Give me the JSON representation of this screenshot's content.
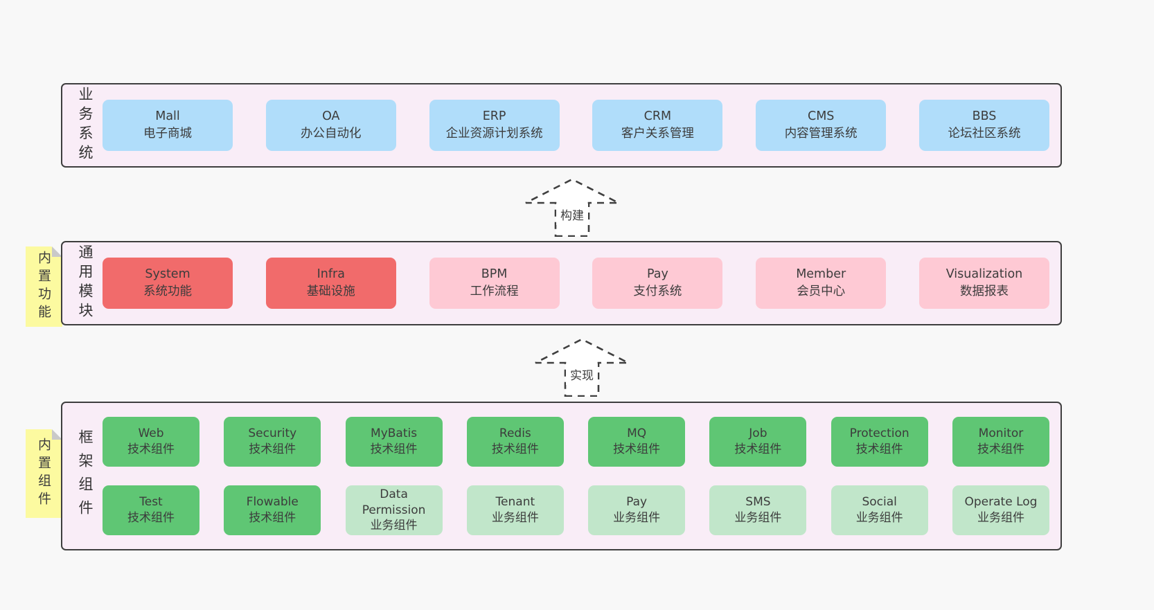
{
  "colors": {
    "page_bg": "#f8f8f8",
    "container_bg": "#f9edf7",
    "container_border": "#3e3e3e",
    "blue_box": "#b0ddfa",
    "red_box": "#f16b6b",
    "pink_box": "#fec9d4",
    "green_dark_box": "#5fc674",
    "green_light_box": "#c1e6ca",
    "sticky_note": "#fcfaa0",
    "text": "#3c3c3c"
  },
  "sections": [
    {
      "id": "business-systems",
      "side_label": "业务系统",
      "rows": [
        {
          "boxes": [
            {
              "title": "Mall",
              "subtitle": "电子商城",
              "variant": "blue"
            },
            {
              "title": "OA",
              "subtitle": "办公自动化",
              "variant": "blue"
            },
            {
              "title": "ERP",
              "subtitle": "企业资源计划系统",
              "variant": "blue"
            },
            {
              "title": "CRM",
              "subtitle": "客户关系管理",
              "variant": "blue"
            },
            {
              "title": "CMS",
              "subtitle": "内容管理系统",
              "variant": "blue"
            },
            {
              "title": "BBS",
              "subtitle": "论坛社区系统",
              "variant": "blue"
            }
          ]
        }
      ]
    },
    {
      "id": "common-modules",
      "side_label": "通用模块",
      "sticky_note": "内置功能",
      "rows": [
        {
          "boxes": [
            {
              "title": "System",
              "subtitle": "系统功能",
              "variant": "red"
            },
            {
              "title": "Infra",
              "subtitle": "基础设施",
              "variant": "red"
            },
            {
              "title": "BPM",
              "subtitle": "工作流程",
              "variant": "pink"
            },
            {
              "title": "Pay",
              "subtitle": "支付系统",
              "variant": "pink"
            },
            {
              "title": "Member",
              "subtitle": "会员中心",
              "variant": "pink"
            },
            {
              "title": "Visualization",
              "subtitle": "数据报表",
              "variant": "pink"
            }
          ]
        }
      ]
    },
    {
      "id": "framework-components",
      "side_label": "框架组件",
      "sticky_note": "内置组件",
      "rows": [
        {
          "boxes": [
            {
              "title": "Web",
              "subtitle": "技术组件",
              "variant": "green-dark"
            },
            {
              "title": "Security",
              "subtitle": "技术组件",
              "variant": "green-dark"
            },
            {
              "title": "MyBatis",
              "subtitle": "技术组件",
              "variant": "green-dark"
            },
            {
              "title": "Redis",
              "subtitle": "技术组件",
              "variant": "green-dark"
            },
            {
              "title": "MQ",
              "subtitle": "技术组件",
              "variant": "green-dark"
            },
            {
              "title": "Job",
              "subtitle": "技术组件",
              "variant": "green-dark"
            },
            {
              "title": "Protection",
              "subtitle": "技术组件",
              "variant": "green-dark"
            },
            {
              "title": "Monitor",
              "subtitle": "技术组件",
              "variant": "green-dark"
            }
          ]
        },
        {
          "boxes": [
            {
              "title": "Test",
              "subtitle": "技术组件",
              "variant": "green-dark"
            },
            {
              "title": "Flowable",
              "subtitle": "技术组件",
              "variant": "green-dark"
            },
            {
              "title": "Data Permission",
              "subtitle": "业务组件",
              "variant": "green-light"
            },
            {
              "title": "Tenant",
              "subtitle": "业务组件",
              "variant": "green-light"
            },
            {
              "title": "Pay",
              "subtitle": "业务组件",
              "variant": "green-light"
            },
            {
              "title": "SMS",
              "subtitle": "业务组件",
              "variant": "green-light"
            },
            {
              "title": "Social",
              "subtitle": "业务组件",
              "variant": "green-light"
            },
            {
              "title": "Operate Log",
              "subtitle": "业务组件",
              "variant": "green-light"
            }
          ]
        }
      ]
    }
  ],
  "arrows": [
    {
      "label": "构建"
    },
    {
      "label": "实现"
    }
  ]
}
